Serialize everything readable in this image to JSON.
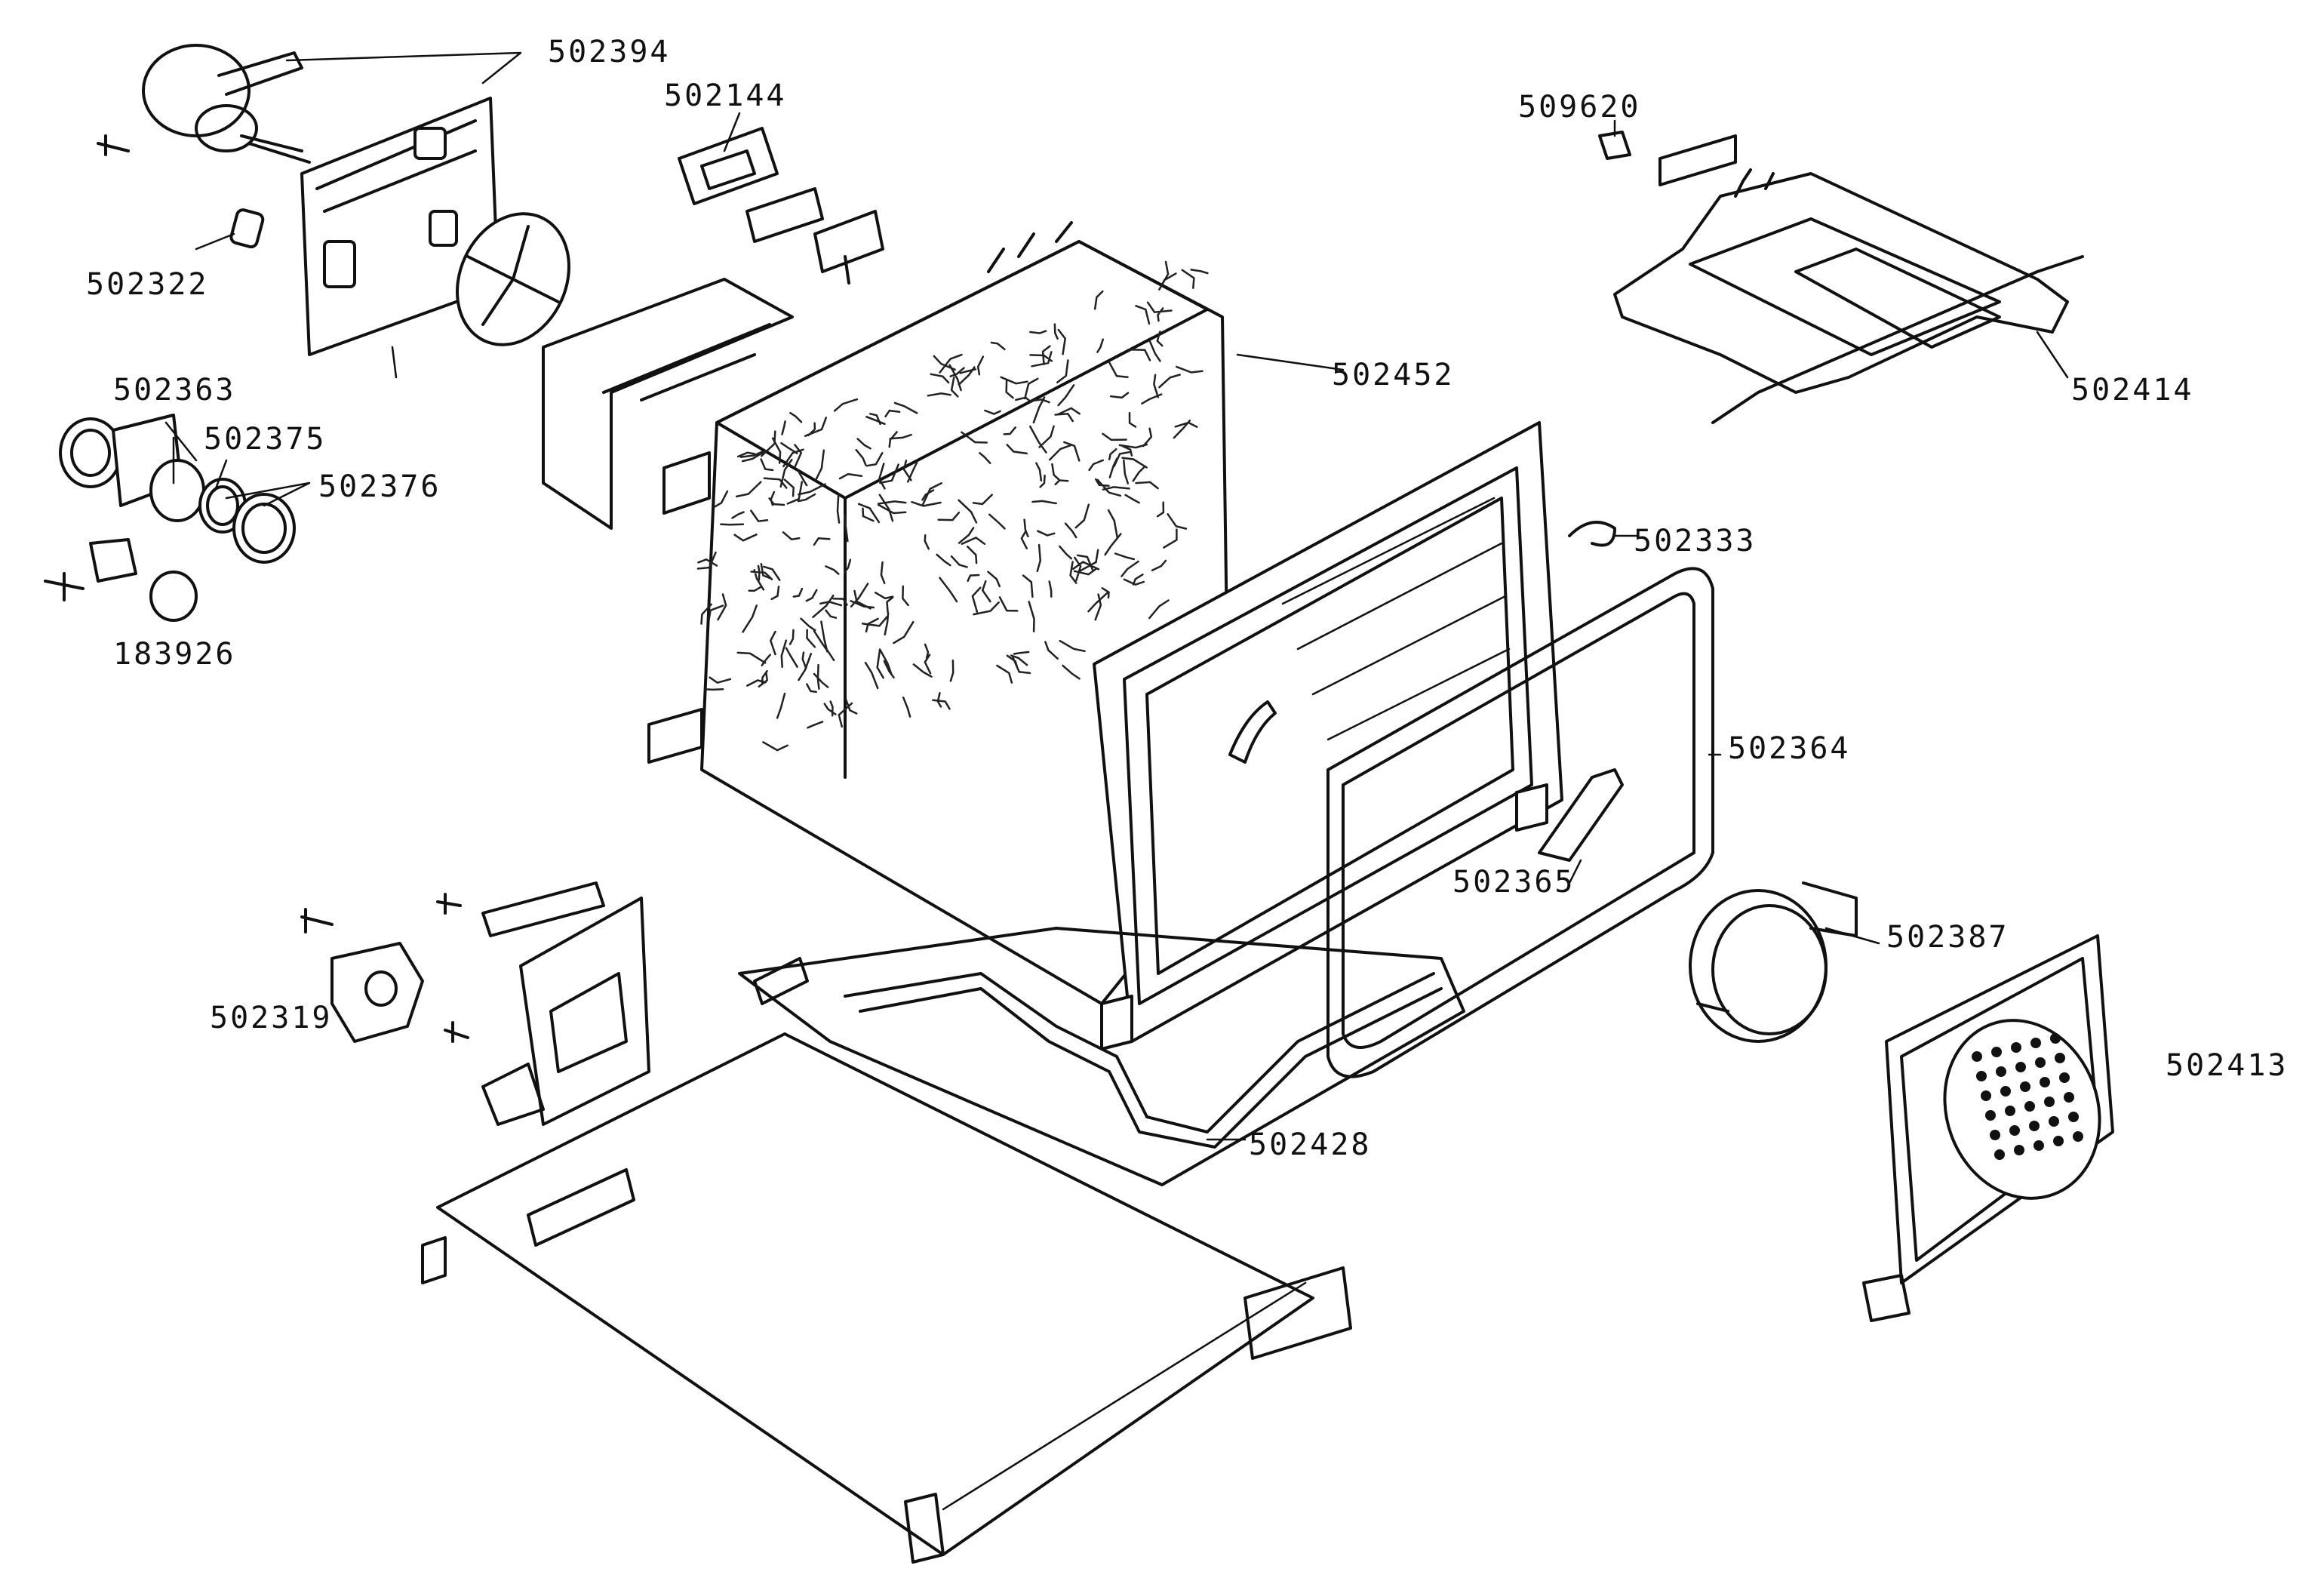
{
  "diagram": {
    "part_numbers": {
      "p502394": "502394",
      "p502144": "502144",
      "p509620": "509620",
      "p502322": "502322",
      "p502452": "502452",
      "p502414": "502414",
      "p502363": "502363",
      "p502375": "502375",
      "p502376": "502376",
      "p183926": "183926",
      "p502333": "502333",
      "p502364": "502364",
      "p502365": "502365",
      "p502387": "502387",
      "p502319": "502319",
      "p502413": "502413",
      "p502428": "502428"
    }
  }
}
